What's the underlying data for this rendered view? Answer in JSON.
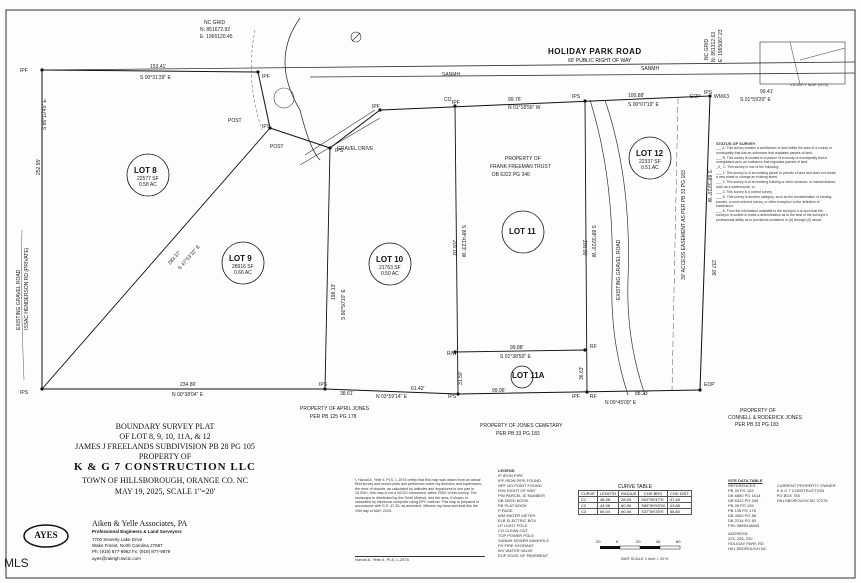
{
  "road": {
    "name": "HOLIDAY PARK ROAD",
    "row": "60' PUBLIC RIGHT OF WAY"
  },
  "gravel_drive": "GRAVEL DRIVE",
  "side_road": {
    "name": "EXISTING GRAVEL ROAD",
    "sub": "ISSAC HENDERSON RD (PRIVATE)"
  },
  "lots": [
    {
      "name": "LOT 8",
      "area": "22577 SF",
      "acres": "0.58 AC"
    },
    {
      "name": "LOT 9",
      "area": "28916 SF",
      "acres": "0.66 AC"
    },
    {
      "name": "LOT 10",
      "area": "21763 SF",
      "acres": "0.50 AC"
    },
    {
      "name": "LOT 11",
      "area": "",
      "acres": ""
    },
    {
      "name": "LOT 11A",
      "area": "",
      "acres": ""
    },
    {
      "name": "LOT 12",
      "area": "22337 SF",
      "acres": "0.51 AC"
    }
  ],
  "bearings": {
    "top_left": "S 00°31'39\" E",
    "top_left_dist": "153.41'",
    "top_mid": "N 01°18'56\" W",
    "top_mid_dist": "99.76'",
    "top_mid2": "S 00°07'19\" E",
    "top_mid2_dist": "100.88'",
    "top_right": "S 01°59'20\" E",
    "top_right_dist": "99.41'",
    "bottom_left": "N 00°38'04\" E",
    "bottom_left_dist": "234.86'",
    "bottom_mid": "N 03°59'14\" E",
    "bottom_mid_dist": "61.42'",
    "bottom_mid2": "N 00°45'09\" E",
    "bottom_mid2_dist": "99.96'",
    "bottom_right_dist": "88.23'",
    "diag": "S 47°53'32\" E",
    "diag_dist": "283.37'",
    "v1": "S 86°50'10\" E",
    "v1_dist": "198.13'",
    "v2": "S 88°41'23\" W",
    "v2_dist": "200.00'",
    "v3": "S 88°39'20\" W",
    "v3_dist": "200.00'",
    "inner": "S 01°38'50\" E",
    "inner_dist": "99.88'",
    "left_side": "S 86°10'45\" E",
    "left_side_dist": "252.95'",
    "gap1": "38.61'",
    "gap2": "31.50'",
    "gap3": "36.63'",
    "gap4": "237.05'"
  },
  "markers": [
    "IPF",
    "IPF",
    "IPS",
    "IPS",
    "IPF",
    "IPF",
    "IPS",
    "IPS",
    "IPS",
    "IPS",
    "IPS",
    "IPF",
    "R/W",
    "RF",
    "RF",
    "EOP",
    "EOP",
    "WMX3",
    "CO",
    "SANMH",
    "SANMH",
    "POST",
    "POST"
  ],
  "nc_grid_left": {
    "label": "NC GRID",
    "n": "N: 851672.92",
    "e": "E: 1965120.45"
  },
  "nc_grid_right": {
    "label": "NC GRID",
    "n": "N: 851312.63",
    "e": "E: 1965087.23"
  },
  "properties": [
    {
      "name": "PROPERTY OF",
      "owner": "FRANK FREEMAN TRUST",
      "ref": "DB 6322 PG 346"
    },
    {
      "name": "PROPERTY OF APRIL JONES",
      "ref": "PER PB 125 PG 178"
    },
    {
      "name": "PROPERTY OF JONES CEMETARY",
      "ref": "PER PB 33 PG 183"
    },
    {
      "name": "PROPERTY OF",
      "owner": "CONNELL & RODERICK JONES",
      "ref": "PER PB 33 PG 183"
    }
  ],
  "easement": "30' ACCESS EASEMENT AS PER PB 33 PG 183",
  "existing_road_right": "EXISTING GRAVEL ROAD",
  "title_block": {
    "line1": "BOUNDARY SURVEY PLAT",
    "line2": "OF LOT 8, 9, 10, 11A, & 12",
    "line3": "JAMES J FREELANDS SUBDIVISION PB 28 PG 105",
    "line4": "PROPERTY OF",
    "line5": "K & G 7 CONSTRUCTION LLC",
    "line6": "TOWN OF HILLSBOROUGH, ORANGE CO.   NC",
    "line7": "MAY 19, 2025, SCALE 1\"=20'"
  },
  "firm": {
    "logo": "AYES",
    "name": "Aiken & Yelle Associates, PA",
    "sub": "Professional Engineers & Land Surveyors",
    "addr1": "7700 Seventy Lake Drive",
    "addr2": "Wake Forest, North Carolina  27587",
    "phone": "Ph: (919) 877-9982  Fx: (919) 877-9879",
    "email": "ayes@raleigh.twctc.com"
  },
  "certification": "I, Harold A. Yelle II, PLS, L-2575 certify that this map was drawn from an actual field survey and record plats and performed under my direction and supervision; the error of closure, as calculated by latitudes and departures is one part in 10,000+; this map is not a NCGS monument; within 2000' of this survey. The landscape is distributed by the Orrell Method, and the area, if shown, is calculated by electronic computer using DPC method. This map is prepared in accordance with G.S. 47-30, as amended. Witness my hand and seal this the 19th day of MAY, 2025.",
  "signature_line": "Harold A. Yelle II, PLS, L-2575",
  "legend": {
    "title": "LEGEND",
    "items": [
      "IP  IRON PIPE",
      "IPF  IRON PIPE FOUND",
      "NPF  NO POINT FOUND",
      "R/W  RIGHT OF WAY",
      "PIN  PARCEL ID NUMBER",
      "DB  DEED BOOK",
      "PB  PLAT BOOK",
      "P  PAGE",
      "WM  WATER METER",
      "ELB  ELECTRIC BOX",
      "LP  LIGHT POLE",
      "CO  CLEAN OUT",
      "TOP  POWER POLE",
      "SANMH  SEWER MANHOLE",
      "FH  FIRE HYDRANT",
      "WV  WATER VALVE",
      "EOP  EDGE OF PAVEMENT"
    ]
  },
  "curve_table": {
    "title": "CURVE TABLE",
    "headers": [
      "CURVE",
      "LENGTH",
      "RADIUS",
      "CHD BRG",
      "CHD DIST"
    ],
    "rows": [
      [
        "C1",
        "48.56",
        "28.00",
        "S02°05'47\"E",
        "47.48"
      ],
      [
        "C2",
        "44.96",
        "60.00",
        "S85°59'53\"W",
        "43.88"
      ],
      [
        "C3",
        "60.04",
        "60.00",
        "S37°59'25\"E",
        "58.80"
      ]
    ]
  },
  "status": {
    "title": "STATUS OF SURVEY",
    "items": [
      "___ A. This survey creates a subdivision of land within the area of a county or municipality that has an ordinance that regulates parcels of land.",
      "___ B. This survey is located in a portion of a county or municipality that is unregulated as to an ordinance that regulates parcels of land.",
      "_X_ C. This survey is one of the following:",
      "___ 1. This survey is of an existing parcel or parcels of land and does not create a new street or change an existing street.",
      "___ 2. This survey is of an existing building or other structure, or natural feature, such as a watercourse; or",
      "___ 3. This survey is a control survey.",
      "___ D. This survey is another category, such as the recombination of existing parcels, a court-ordered survey, or other exception to the definition of subdivision.",
      "___ E. From the information available to the surveyor, it is such that the surveyor is unable to make a determination as to the best of the surveyor's professional ability as to provisions contained in (A) through (D) above."
    ]
  },
  "vicinity": "VICINITY MAP (NTS)",
  "scale": {
    "label": "BAR SCALE  1 inch = 20 ft.",
    "ticks": [
      "20",
      "0",
      "20",
      "40",
      "60"
    ]
  },
  "site_data": {
    "title": "SITE DATA TABLE",
    "refs_title": "REFERENCES:",
    "refs": [
      "PB 33 PG 183",
      "DB 6850 PG 1614",
      "DB 6322 PG 346",
      "PB 28 PG 105",
      "PB 135 PG 178",
      "DB 4550 PG 86",
      "DB 2134 PG 83"
    ],
    "owner_title": "CURRENT PROPERTY OWNER",
    "owner": [
      "K & G 7 CONSTRUCTION",
      "PO BOX 785",
      "HILLSBOROUGH NC 27278"
    ],
    "pin": "PIN: 9865418843",
    "address_title": "ADDRESS:",
    "address": [
      "224, 226, 230",
      "HOLIDAY PARK RD",
      "HILLSBOROUGH NC"
    ]
  },
  "watermark": "MLS"
}
